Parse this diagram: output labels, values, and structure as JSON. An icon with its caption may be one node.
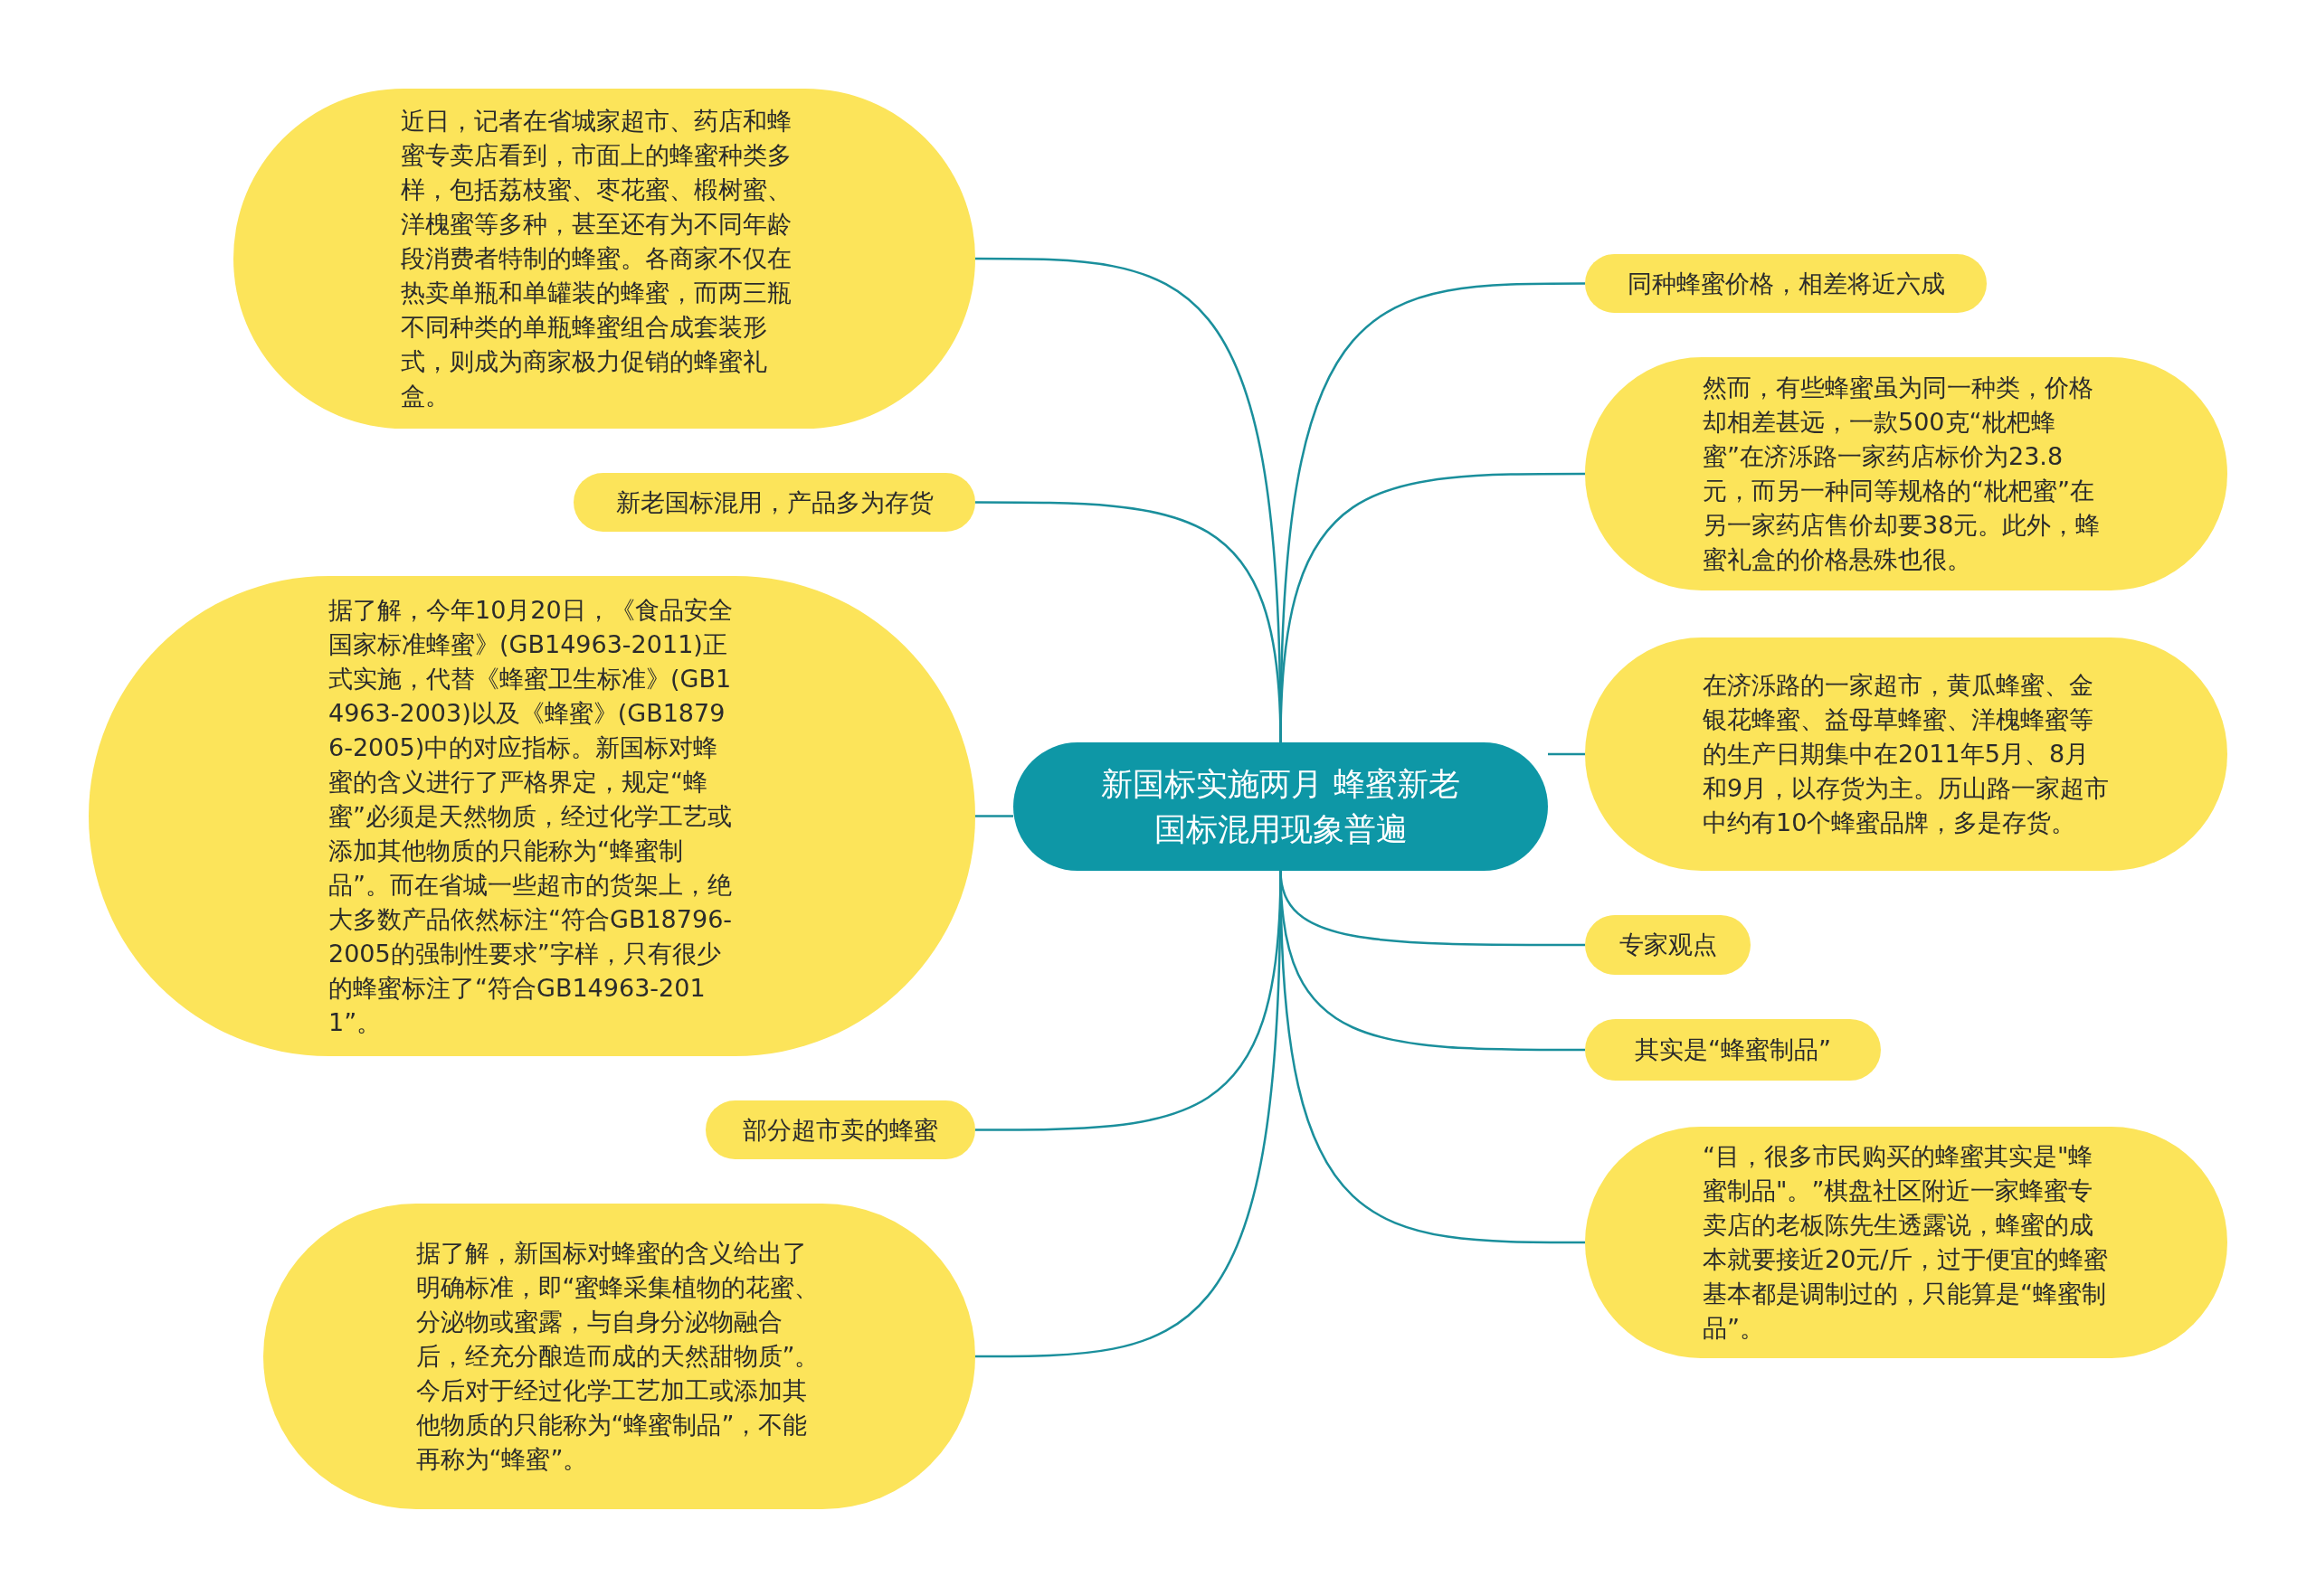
{
  "diagram": {
    "nodes": [
      {
        "text": [
          "新国标实施两月 蜂蜜新老国标混用现象普遍"
        ]
      },
      {
        "text": [
          "近日，记者在省城家超市、药店和蜂蜜专卖店看到，市面上的蜂蜜种类多样，包括荔枝蜜、枣花蜜、椴树蜜、洋槐蜜等多种，甚至还有为不同年龄段消费者特制的蜂蜜。各商家不仅在热卖单瓶和单罐装的蜂蜜，而两三瓶不同种类的单瓶蜂蜜组合成套装形式，则成为商家极力促销的蜂蜜礼盒。"
        ]
      },
      {
        "text": [
          "新老国标混用，产品多为存货"
        ]
      },
      {
        "text": [
          "据了解，今年10月20日，《食品安全国家标准蜂蜜》(GB14963-2011)正式实施，代替《蜂蜜卫生标准》(GB14963-2003)以及《蜂蜜》(GB18796-2005)中的对应指标。新国标对蜂蜜的含义进行了严格界定，规定“蜂蜜”必须是天然物质，经过化学工艺或添加其他物质的只能称为“蜂蜜制品”。而在省城一些超市的货架上，绝大多数产品依然标注“符合GB18796-2005的强制性要求”字样，只有很少的蜂蜜标注了“符合GB14963-2011”。"
        ]
      },
      {
        "text": [
          "部分超市卖的蜂蜜"
        ]
      },
      {
        "text": [
          "据了解，新国标对蜂蜜的含义给出了明确标准，即“蜜蜂采集植物的花蜜、分泌物或蜜露，与自身分泌物融合后，经充分酿造而成的天然甜物质”。今后对于经过化学工艺加工或添加其他物质的只能称为“蜂蜜制品”，不能再称为“蜂蜜”。"
        ]
      },
      {
        "text": [
          "同种蜂蜜价格，相差将近六成"
        ]
      },
      {
        "text": [
          "然而，有些蜂蜜虽为同一种类，价格却相差甚远，一款500克“枇杷蜂蜜”在济泺路一家药店标价为23.8元，而另一种同等规格的“枇杷蜜”在另一家药店售价却要38元。此外，蜂蜜礼盒的价格悬殊也很。"
        ]
      },
      {
        "text": [
          "在济泺路的一家超市，黄瓜蜂蜜、金银花蜂蜜、益母草蜂蜜、洋槐蜂蜜等的生产日期集中在2011年5月、8月和9月，以存货为主。历山路一家超市中约有10个蜂蜜品牌，多是存货。"
        ]
      },
      {
        "text": [
          "专家观点"
        ]
      },
      {
        "text": [
          "其实是“蜂蜜制品”"
        ]
      },
      {
        "text": [
          "“目，很多市民购买的蜂蜜其实是\"蜂蜜制品\"。”棋盘社区附近一家蜂蜜专卖店的老板陈先生透露说，蜂蜜的成本就要接近20元/斤，过于便宜的蜂蜜基本都是调制过的，只能算是“蜂蜜制品”。"
        ]
      }
    ],
    "edges": [
      {
        "from": 0,
        "to": 1,
        "arrow": "none"
      },
      {
        "from": 0,
        "to": 2,
        "arrow": "none"
      },
      {
        "from": 0,
        "to": 3,
        "arrow": "none"
      },
      {
        "from": 0,
        "to": 4,
        "arrow": "none"
      },
      {
        "from": 0,
        "to": 5,
        "arrow": "none"
      },
      {
        "from": 0,
        "to": 6,
        "arrow": "none"
      },
      {
        "from": 0,
        "to": 7,
        "arrow": "none"
      },
      {
        "from": 0,
        "to": 8,
        "arrow": "none"
      },
      {
        "from": 0,
        "to": 9,
        "arrow": "none"
      },
      {
        "from": 0,
        "to": 10,
        "arrow": "none"
      },
      {
        "from": 0,
        "to": 11,
        "arrow": "none"
      }
    ]
  }
}
